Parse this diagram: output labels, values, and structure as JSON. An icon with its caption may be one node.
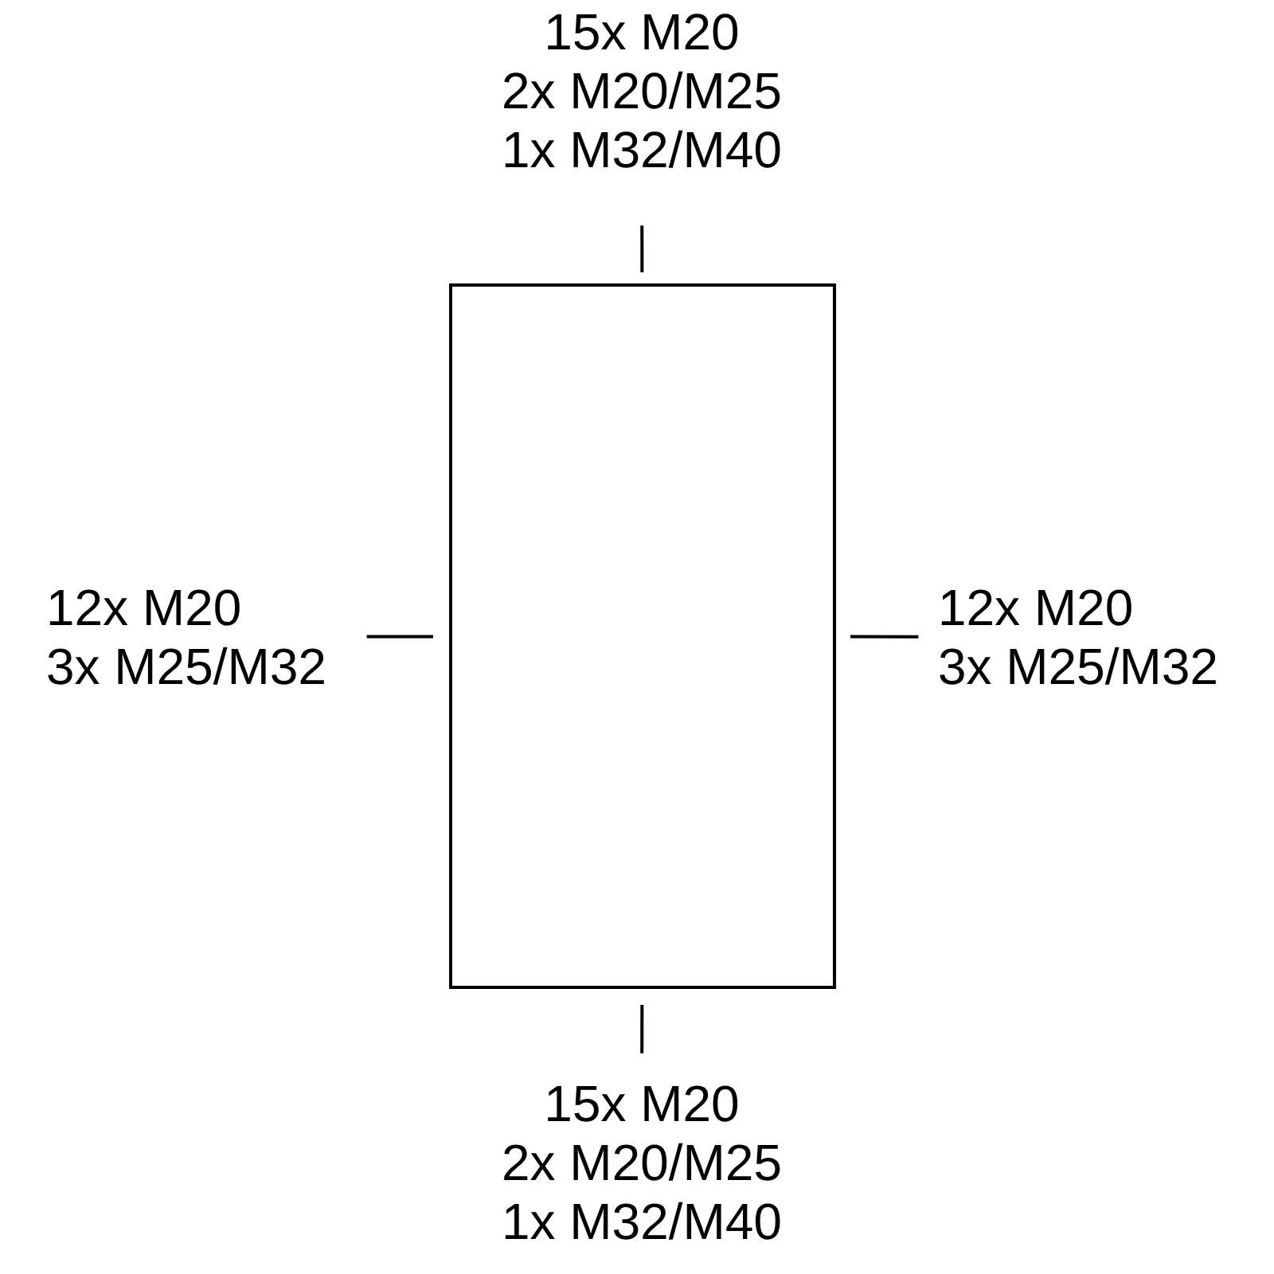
{
  "diagram": {
    "nodes": [
      {
        "text": [],
        "shape": "box"
      },
      {
        "text": [
          "15x M20",
          "2x M20/M25",
          "1x M32/M40"
        ]
      },
      {
        "text": [
          "12x M20",
          "3x M25/M32"
        ]
      },
      {
        "text": [
          "12x M20",
          "3x M25/M32"
        ]
      },
      {
        "text": [
          "15x M20",
          "2x M20/M25",
          "1x M32/M40"
        ]
      }
    ],
    "edges": [
      {
        "from": 1,
        "to": 0,
        "arrow": "none"
      },
      {
        "from": 2,
        "to": 0,
        "arrow": "none"
      },
      {
        "from": 3,
        "to": 0,
        "arrow": "none"
      },
      {
        "from": 4,
        "to": 0,
        "arrow": "none"
      }
    ]
  }
}
